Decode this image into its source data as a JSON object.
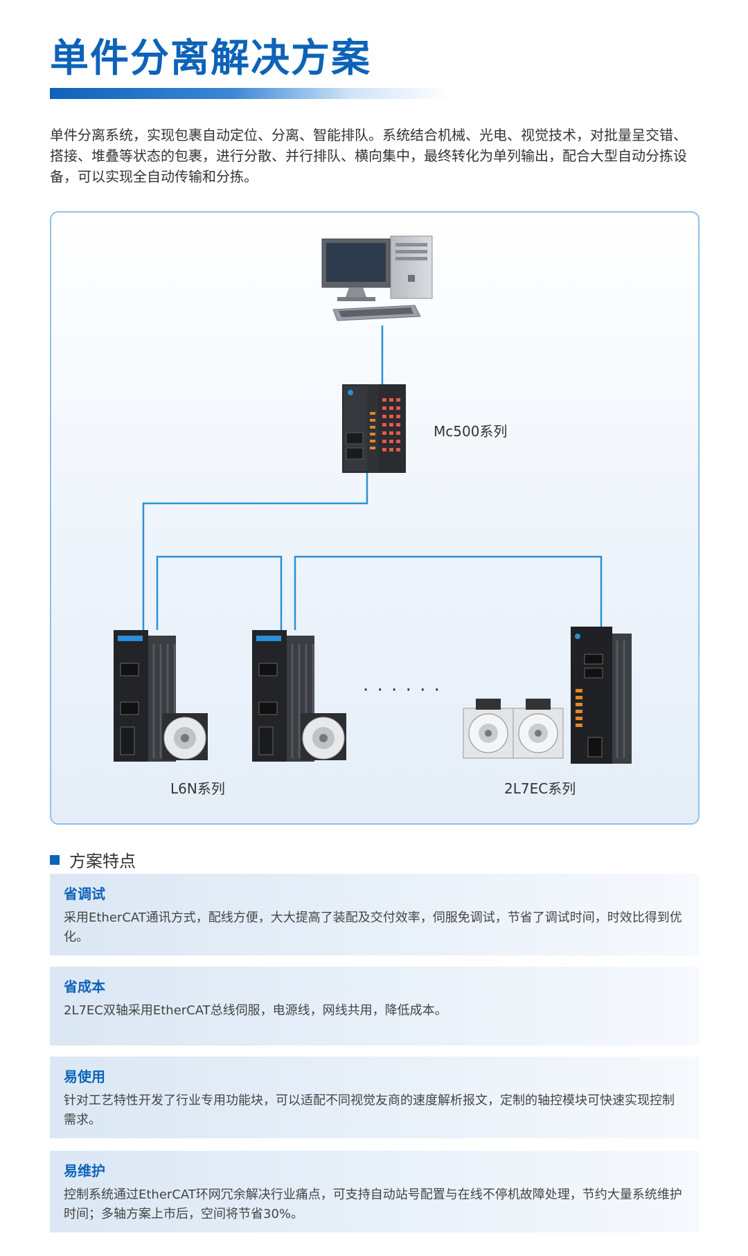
{
  "title": "单件分离解决方案",
  "intro": "单件分离系统，实现包裹自动定位、分离、智能排队。系统结合机械、光电、视觉技术，对批量呈交错、搭接、堆叠等状态的包裹，进行分散、并行排队、横向集中，最终转化为单列输出，配合大型自动分拣设备，可以实现全自动传输和分拣。",
  "diagram": {
    "controller_label": "Mc500系列",
    "servo_left_label": "L6N系列",
    "servo_right_label": "2L7EC系列",
    "ellipsis": "· · · · · ·",
    "accent_color": "#2b8fd8"
  },
  "features": {
    "heading": "方案特点",
    "items": [
      {
        "title": "省调试",
        "text": "采用EtherCAT通讯方式，配线方便，大大提高了装配及交付效率，伺服免调试，节省了调试时间，时效比得到优化。"
      },
      {
        "title": "省成本",
        "text": "2L7EC双轴采用EtherCAT总线伺服，电源线，网线共用，降低成本。"
      },
      {
        "title": "易使用",
        "text": "针对工艺特性开发了行业专用功能块，可以适配不同视觉友商的速度解析报文，定制的轴控模块可快速实现控制需求。"
      },
      {
        "title": "易维护",
        "text": "控制系统通过EtherCAT环网冗余解决行业痛点，可支持自动站号配置与在线不停机故障处理，节约大量系统维护时间；多轴方案上市后，空间将节省30%。"
      }
    ]
  },
  "colors": {
    "brand": "#0d63b8",
    "line": "#2b8fd8"
  }
}
